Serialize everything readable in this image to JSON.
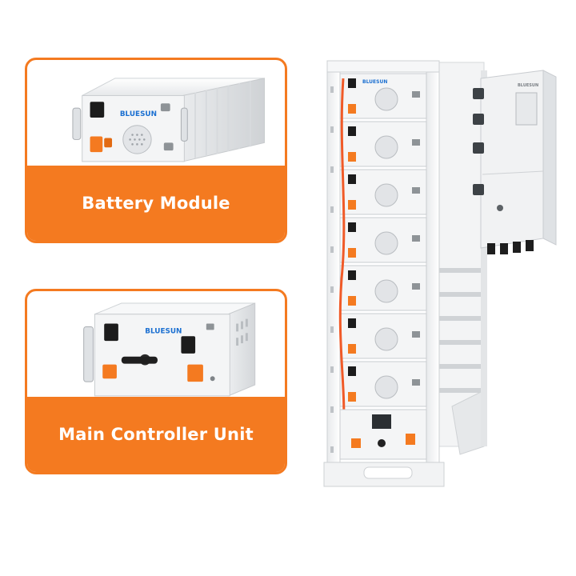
{
  "cards": [
    {
      "label": "Battery Module",
      "brand": "BLUESUN"
    },
    {
      "label": "Main Controller Unit",
      "brand": "BLUESUN"
    }
  ],
  "rack": {
    "brand": "BLUESUN"
  },
  "colors": {
    "accent": "#f47a20",
    "brand_blue": "#1a6fd1",
    "panel": "#f2f3f4"
  }
}
